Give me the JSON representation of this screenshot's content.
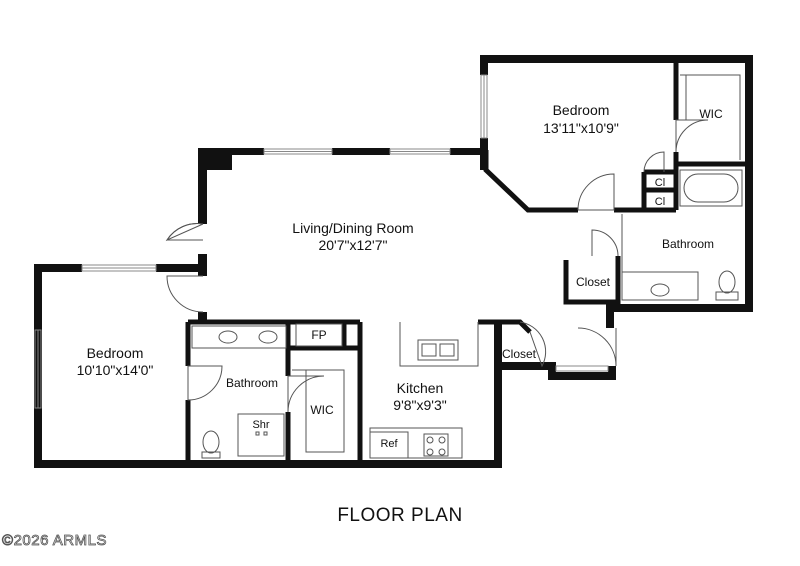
{
  "rooms": {
    "living": {
      "name": "Living/Dining Room",
      "size": "20'7\"x12'7\""
    },
    "bedroom_main": {
      "name": "Bedroom",
      "size": "13'11\"x10'9\""
    },
    "bedroom_left": {
      "name": "Bedroom",
      "size": "10'10\"x14'0\""
    },
    "kitchen": {
      "name": "Kitchen",
      "size": "9'8\"x9'3\""
    },
    "bathroom_right": {
      "name": "Bathroom"
    },
    "bathroom_left": {
      "name": "Bathroom"
    },
    "wic_top": {
      "name": "WIC"
    },
    "wic_bottom": {
      "name": "WIC"
    },
    "closet_right": {
      "name": "Closet"
    },
    "closet_mid": {
      "name": "Closet"
    },
    "cl_top": {
      "name": "Cl"
    },
    "cl_bottom": {
      "name": "Cl"
    },
    "fp": {
      "name": "FP"
    },
    "shr": {
      "name": "Shr"
    },
    "ref": {
      "name": "Ref"
    }
  },
  "title": "FLOOR PLAN",
  "copyright": "2026 ARMLS",
  "colors": {
    "wall": "#111111",
    "fixture": "#555555",
    "window": "#999999"
  }
}
